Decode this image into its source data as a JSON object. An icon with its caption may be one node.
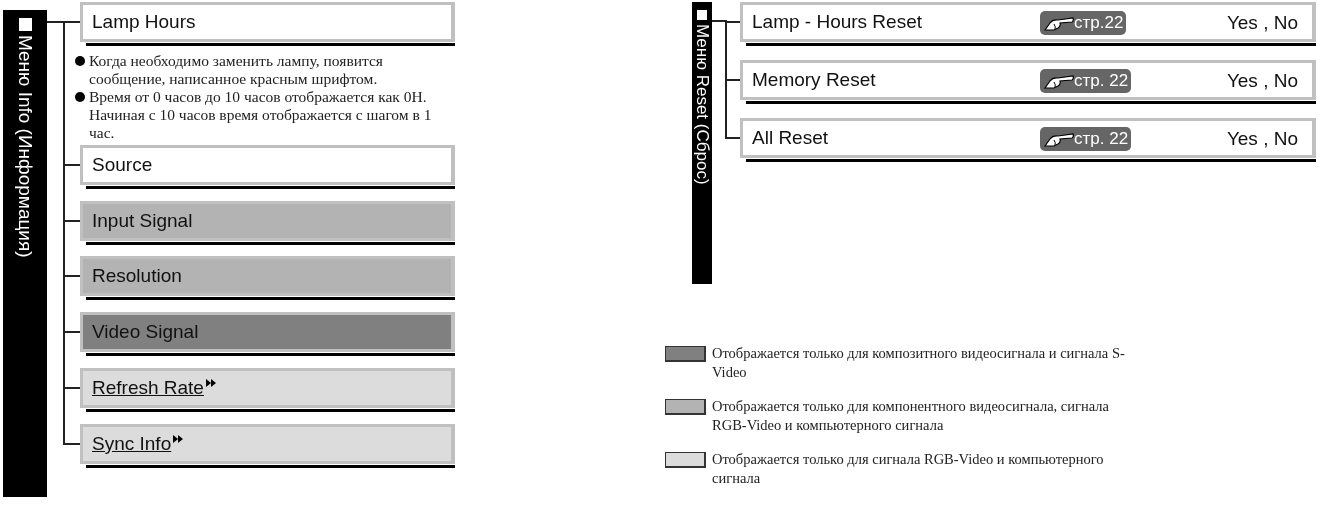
{
  "diagram": {
    "nodes": [
      {
        "text": [
          "Меню Info (Информация)"
        ]
      },
      {
        "text": [
          "Lamp Hours"
        ],
        "beside": [
          "Когда необходимо заменить лампу, появится сообщение, написанное красным шрифтом.",
          "Время от 0 часов до 10 часов отображается как 0H. Начиная с 10 часов время отображается с шагом в 1 час."
        ]
      },
      {
        "text": [
          "Source"
        ]
      },
      {
        "text": [
          "Input Signal"
        ]
      },
      {
        "text": [
          "Resolution"
        ]
      },
      {
        "text": [
          "Video Signal"
        ]
      },
      {
        "text": [
          "Refresh Rate"
        ]
      },
      {
        "text": [
          "Sync Info"
        ]
      },
      {
        "text": [
          "Меню Reset (Сброс)"
        ]
      },
      {
        "text": [
          "Lamp - Hours Reset",
          "стр.22",
          "Yes , No"
        ]
      },
      {
        "text": [
          "Memory Reset",
          "стр. 22",
          "Yes , No"
        ]
      },
      {
        "text": [
          "All Reset",
          "стр. 22",
          "Yes , No"
        ]
      }
    ],
    "edges": [
      {
        "from": 0,
        "to": 1,
        "arrow": "none"
      },
      {
        "from": 0,
        "to": 2,
        "arrow": "none"
      },
      {
        "from": 0,
        "to": 3,
        "arrow": "none"
      },
      {
        "from": 0,
        "to": 4,
        "arrow": "none"
      },
      {
        "from": 0,
        "to": 5,
        "arrow": "none"
      },
      {
        "from": 0,
        "to": 6,
        "arrow": "none"
      },
      {
        "from": 0,
        "to": 7,
        "arrow": "none"
      },
      {
        "from": 8,
        "to": 9,
        "arrow": "none"
      },
      {
        "from": 8,
        "to": 10,
        "arrow": "none"
      },
      {
        "from": 8,
        "to": 11,
        "arrow": "none"
      }
    ],
    "legend": [
      {
        "text": "Отображается только для композитного видеосигнала и сигнала S-Video",
        "color": "#808080"
      },
      {
        "text": "Отображается только для компонентного видеосигнала, сигнала RGB-Video и компьютерного сигнала",
        "color": "#b3b3b3"
      },
      {
        "text": "Отображается только для сигнала RGB-Video и компьютерного сигнала",
        "color": "#dcdcdc"
      }
    ]
  }
}
